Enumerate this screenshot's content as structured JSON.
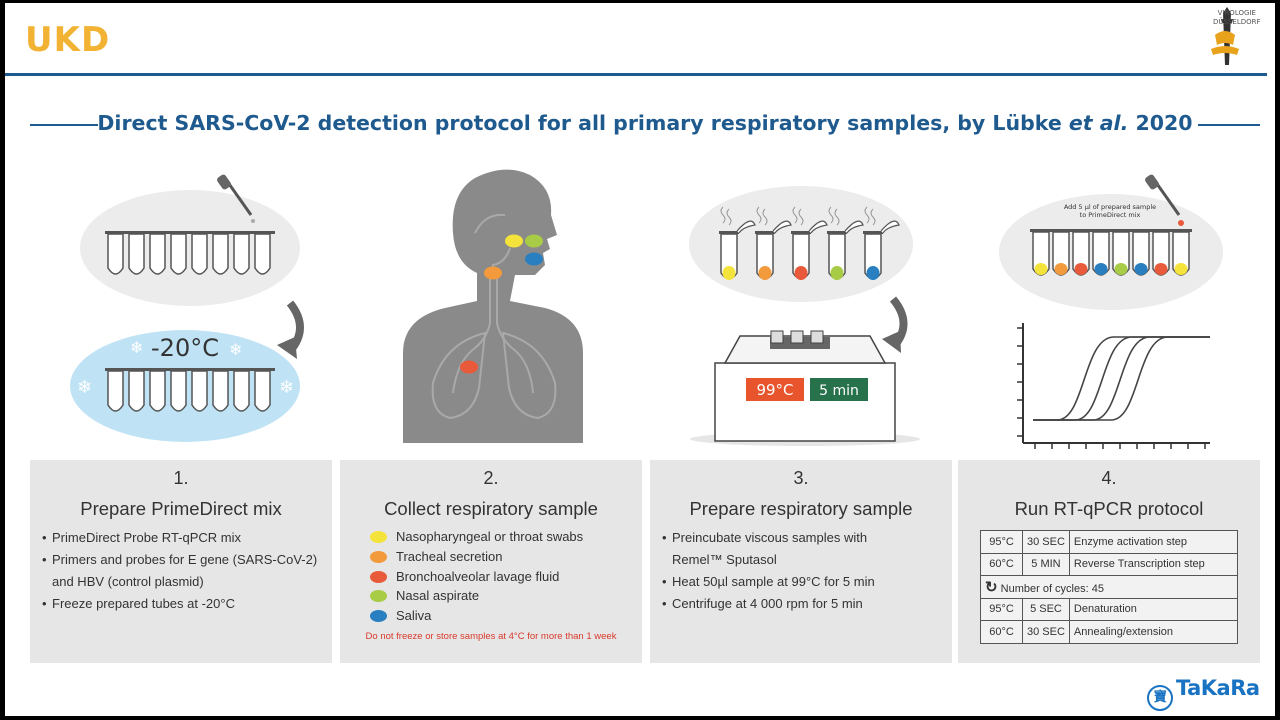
{
  "header": {
    "logo": "UKD",
    "partner_logo_text": [
      "VIROLOGIE",
      "DÜSSELDORF"
    ]
  },
  "title": {
    "main": "Direct SARS-CoV-2 detection protocol for all primary respiratory samples, by Lübke ",
    "italic": "et al.",
    "year": " 2020"
  },
  "illustrations": {
    "step1": {
      "temperature": "-20°C"
    },
    "step3": {
      "temp_display": "99°C",
      "time_display": "5 min"
    },
    "step4": {
      "note": [
        "Add 5 µl of prepared sample",
        "to PrimeDirect mix"
      ]
    }
  },
  "steps": [
    {
      "number": "1.",
      "title": "Prepare PrimeDirect mix",
      "bullets": [
        "PrimeDirect Probe RT-qPCR mix",
        "Primers and probes for E gene (SARS-CoV-2)",
        "and HBV (control plasmid)",
        "Freeze prepared tubes at -20°C"
      ]
    },
    {
      "number": "2.",
      "title": "Collect respiratory sample",
      "samples": [
        {
          "label": "Nasopharyngeal or throat swabs",
          "color": "#f4e33a"
        },
        {
          "label": "Tracheal secretion",
          "color": "#f29a3c"
        },
        {
          "label": "Bronchoalveolar lavage fluid",
          "color": "#e85a3a"
        },
        {
          "label": "Nasal aspirate",
          "color": "#a8cc45"
        },
        {
          "label": "Saliva",
          "color": "#2a7fc1"
        }
      ],
      "note": "Do not freeze or store samples at 4°C for more than 1 week"
    },
    {
      "number": "3.",
      "title": "Prepare respiratory sample",
      "bullets": [
        "Preincubate viscous samples with",
        "Remel™ Sputasol",
        "Heat 50µl sample at 99°C for 5 min",
        "Centrifuge at 4 000 rpm for 5 min"
      ]
    },
    {
      "number": "4.",
      "title": "Run RT-qPCR protocol",
      "table": {
        "rows": [
          {
            "temp": "95°C",
            "time": "30 SEC",
            "step": "Enzyme activation step"
          },
          {
            "temp": "60°C",
            "time": "5 MIN",
            "step": "Reverse Transcription step"
          },
          {
            "cycles": "Number of cycles: 45"
          },
          {
            "temp": "95°C",
            "time": "5 SEC",
            "step": "Denaturation"
          },
          {
            "temp": "60°C",
            "time": "30 SEC",
            "step": "Annealing/extension"
          }
        ]
      }
    }
  ],
  "footer": {
    "brand": "TaKaRa",
    "brand_mark": "寶"
  },
  "colors": {
    "brand_blue": "#1f5a8f",
    "ukd_orange": "#f2b233",
    "panel_gray": "#e6e6e6",
    "takara_blue": "#1a73c2"
  }
}
